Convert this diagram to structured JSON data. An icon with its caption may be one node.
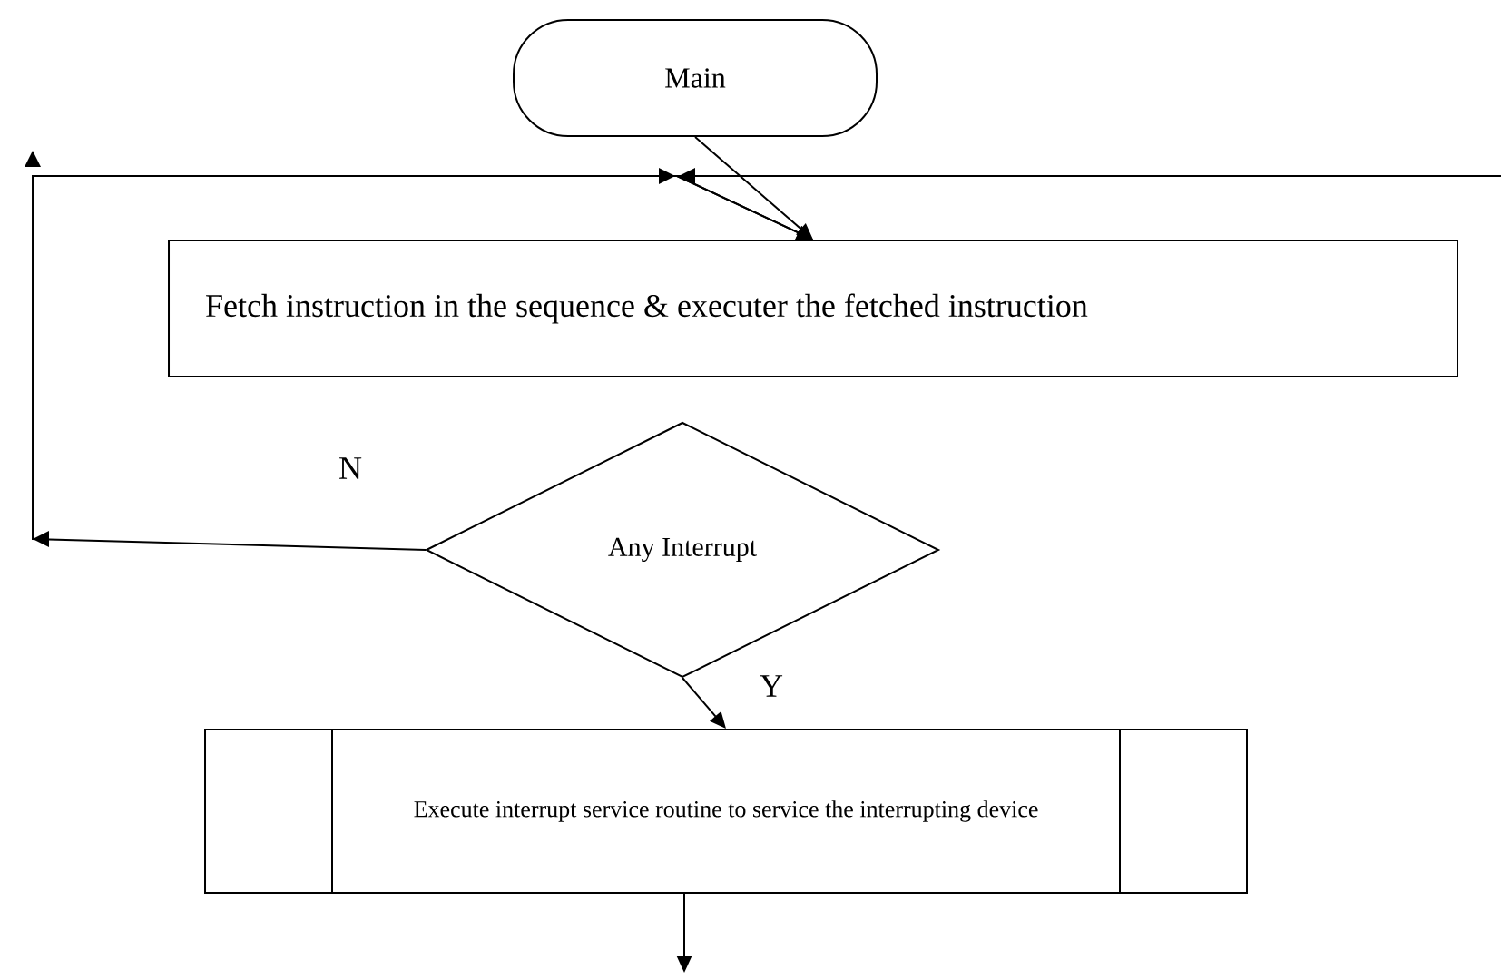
{
  "diagram": {
    "nodes": [
      {
        "text": [
          "Main"
        ]
      },
      {
        "text": [
          "Fetch instruction in the sequence & executer the fetched instruction"
        ]
      },
      {
        "text": [
          "Any Interrupt"
        ]
      },
      {
        "text": [
          "Execute interrupt service routine to service the interrupting device"
        ]
      }
    ],
    "edges": [
      {
        "from": 0,
        "to": 1,
        "arrow": "to"
      },
      {
        "from": 2,
        "to": 1,
        "arrow": "to",
        "label": "N"
      },
      {
        "from": null,
        "to": 1,
        "arrow": "to"
      },
      {
        "from": 2,
        "to": 3,
        "arrow": "to",
        "label": "Y"
      },
      {
        "from": 3,
        "to": null,
        "arrow": "to"
      }
    ]
  }
}
